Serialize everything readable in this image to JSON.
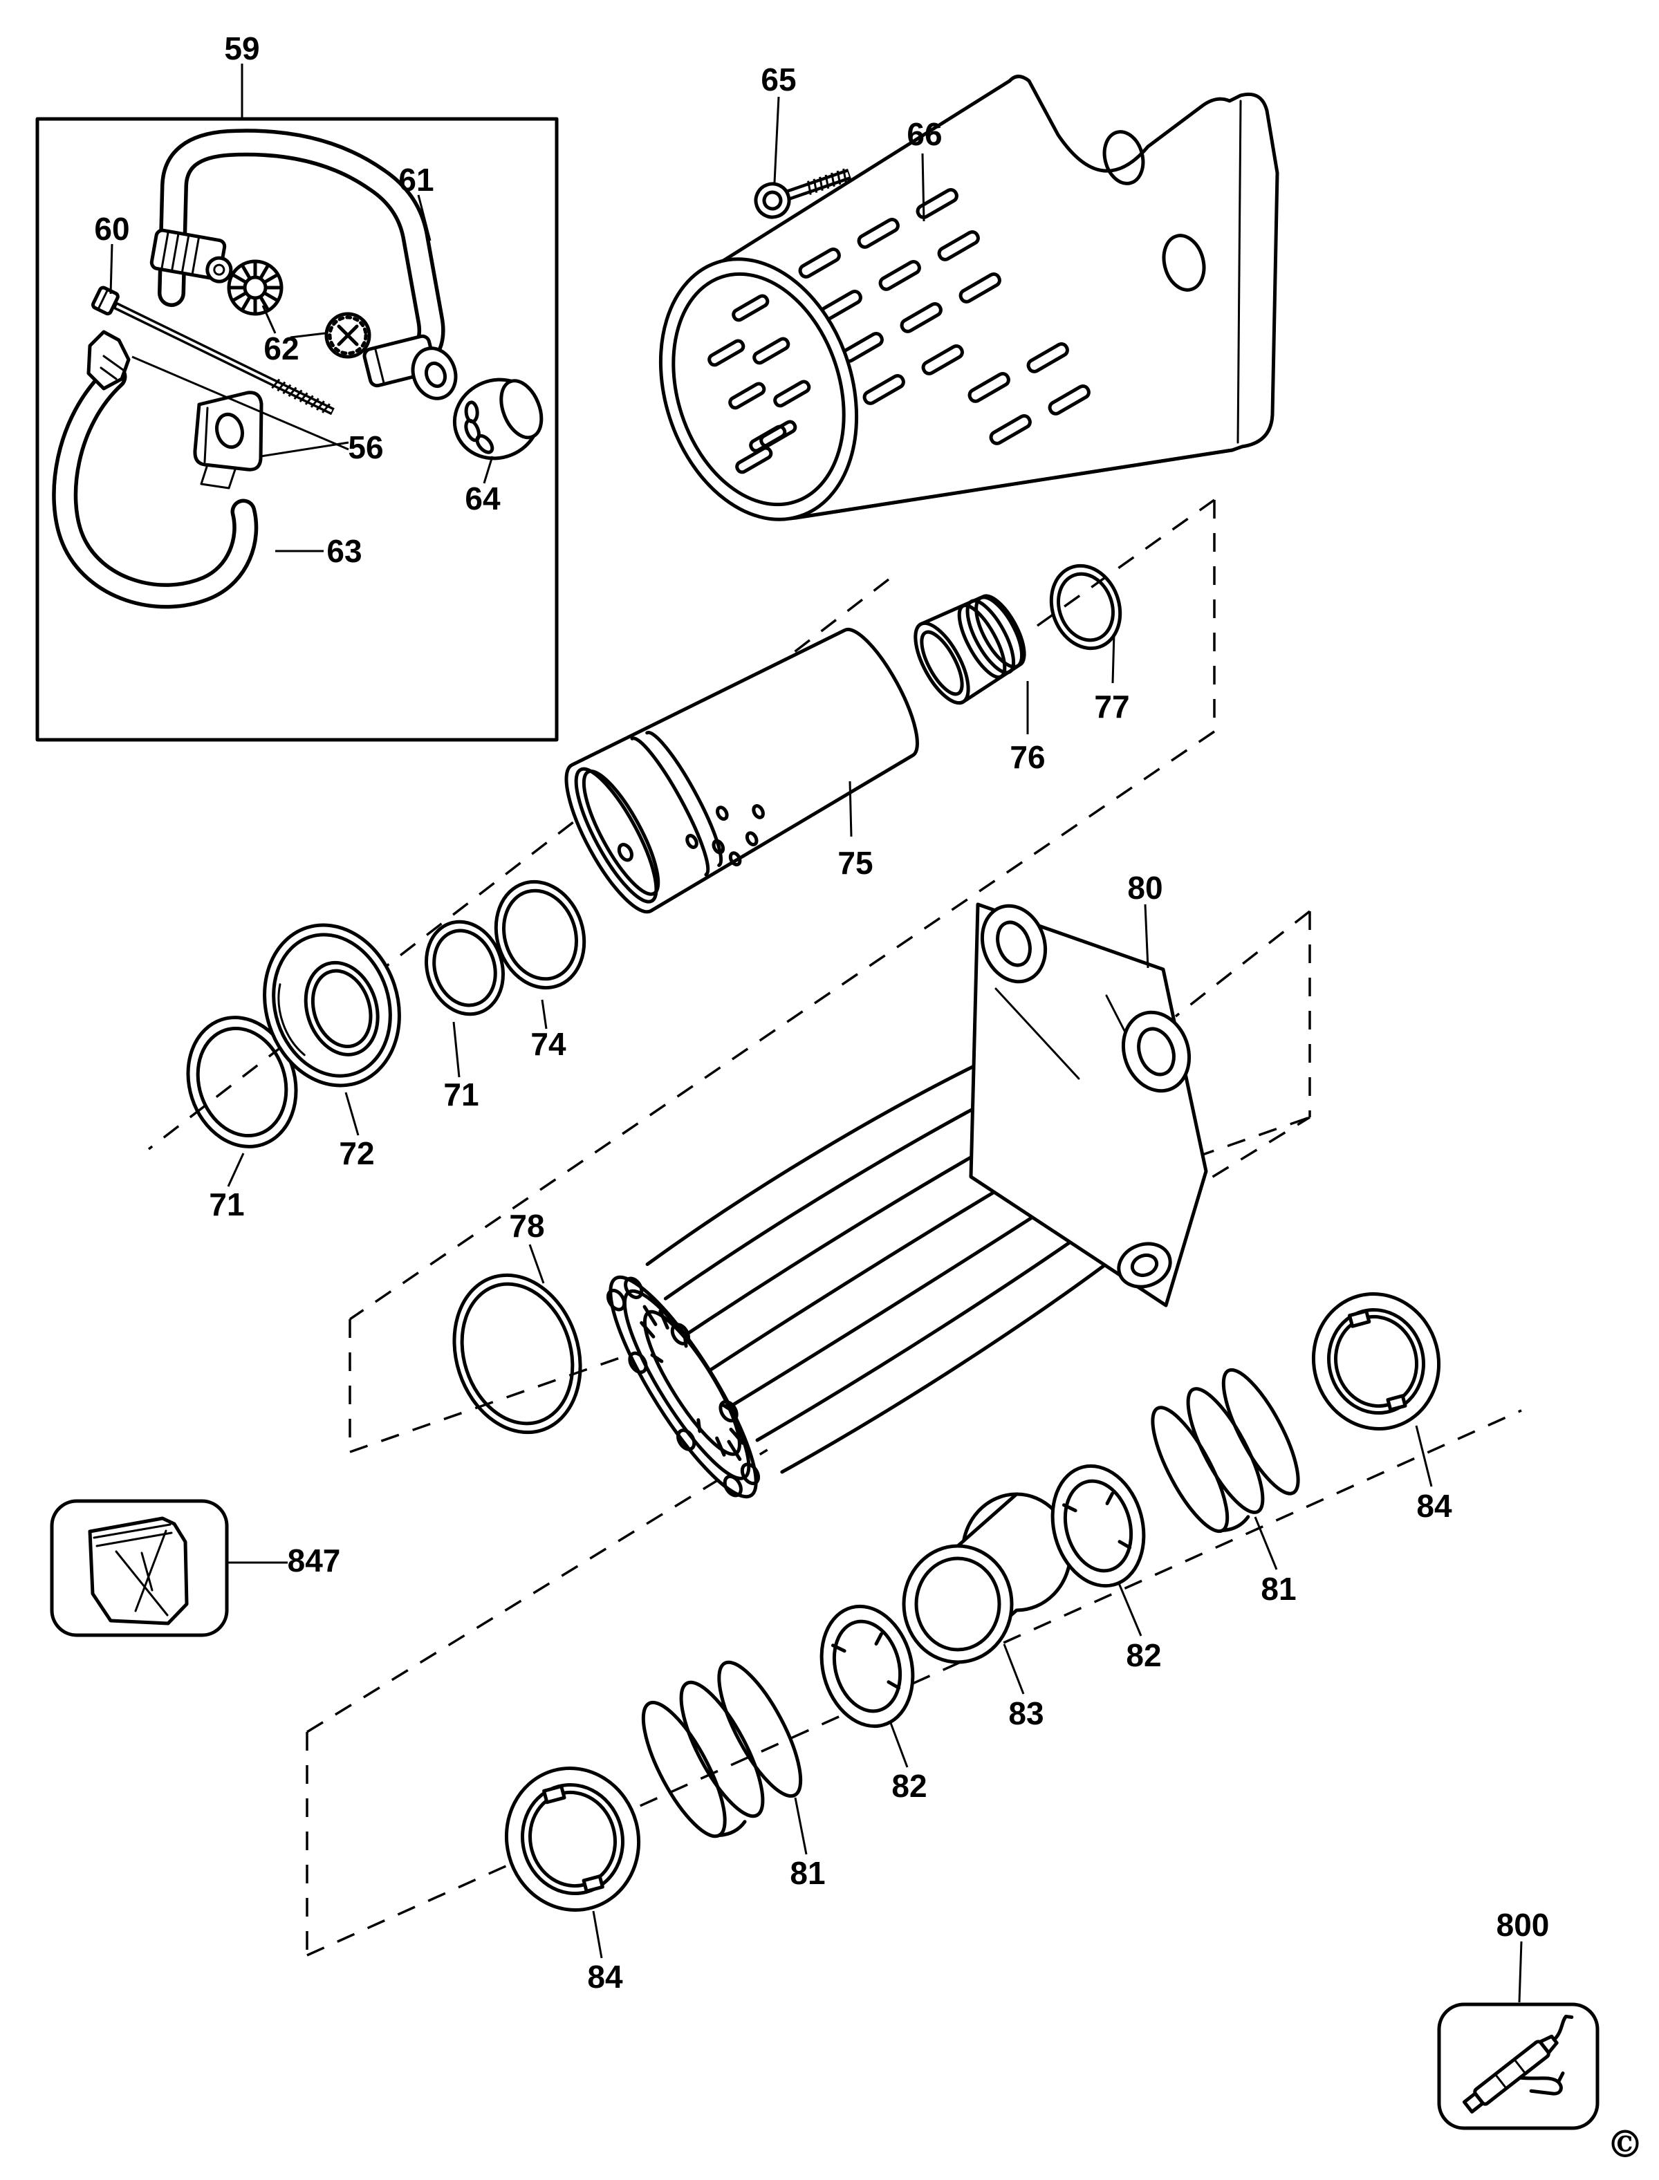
{
  "page": {
    "background": "#ffffff",
    "ink_color": "#000000",
    "type": "exploded-parts-diagram"
  },
  "labels": {
    "l59": "59",
    "l60": "60",
    "l61": "61",
    "l62": "62",
    "l63": "63",
    "l64": "64",
    "l56": "56",
    "l65": "65",
    "l66": "66",
    "l75": "75",
    "l76": "76",
    "l77": "77",
    "l80": "80",
    "l74": "74",
    "l71a": "71",
    "l71b": "71",
    "l72": "72",
    "l78": "78",
    "l84a": "84",
    "l81a": "81",
    "l82a": "82",
    "l83": "83",
    "l82b": "82",
    "l81b": "81",
    "l84b": "84",
    "l847": "847",
    "l800": "800"
  },
  "copyright": {
    "symbol": "©"
  }
}
